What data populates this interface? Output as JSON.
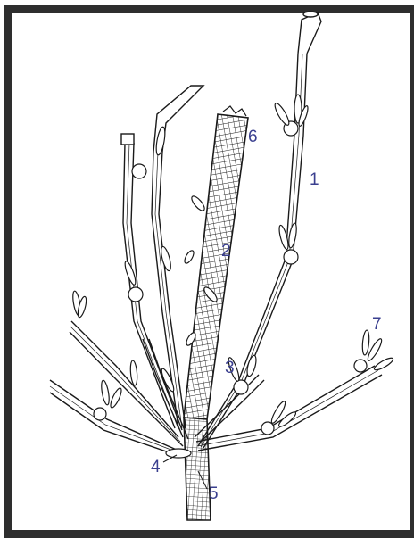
{
  "figure": {
    "labels": {
      "l1": "1",
      "l2": "2",
      "l3": "3",
      "l4": "4",
      "l5": "5",
      "l6": "6",
      "l7": "7"
    },
    "colors": {
      "frame": "#2e2e2e",
      "ink": "#1a1a1a",
      "label": "#3a3f8f",
      "background": "#ffffff"
    }
  }
}
